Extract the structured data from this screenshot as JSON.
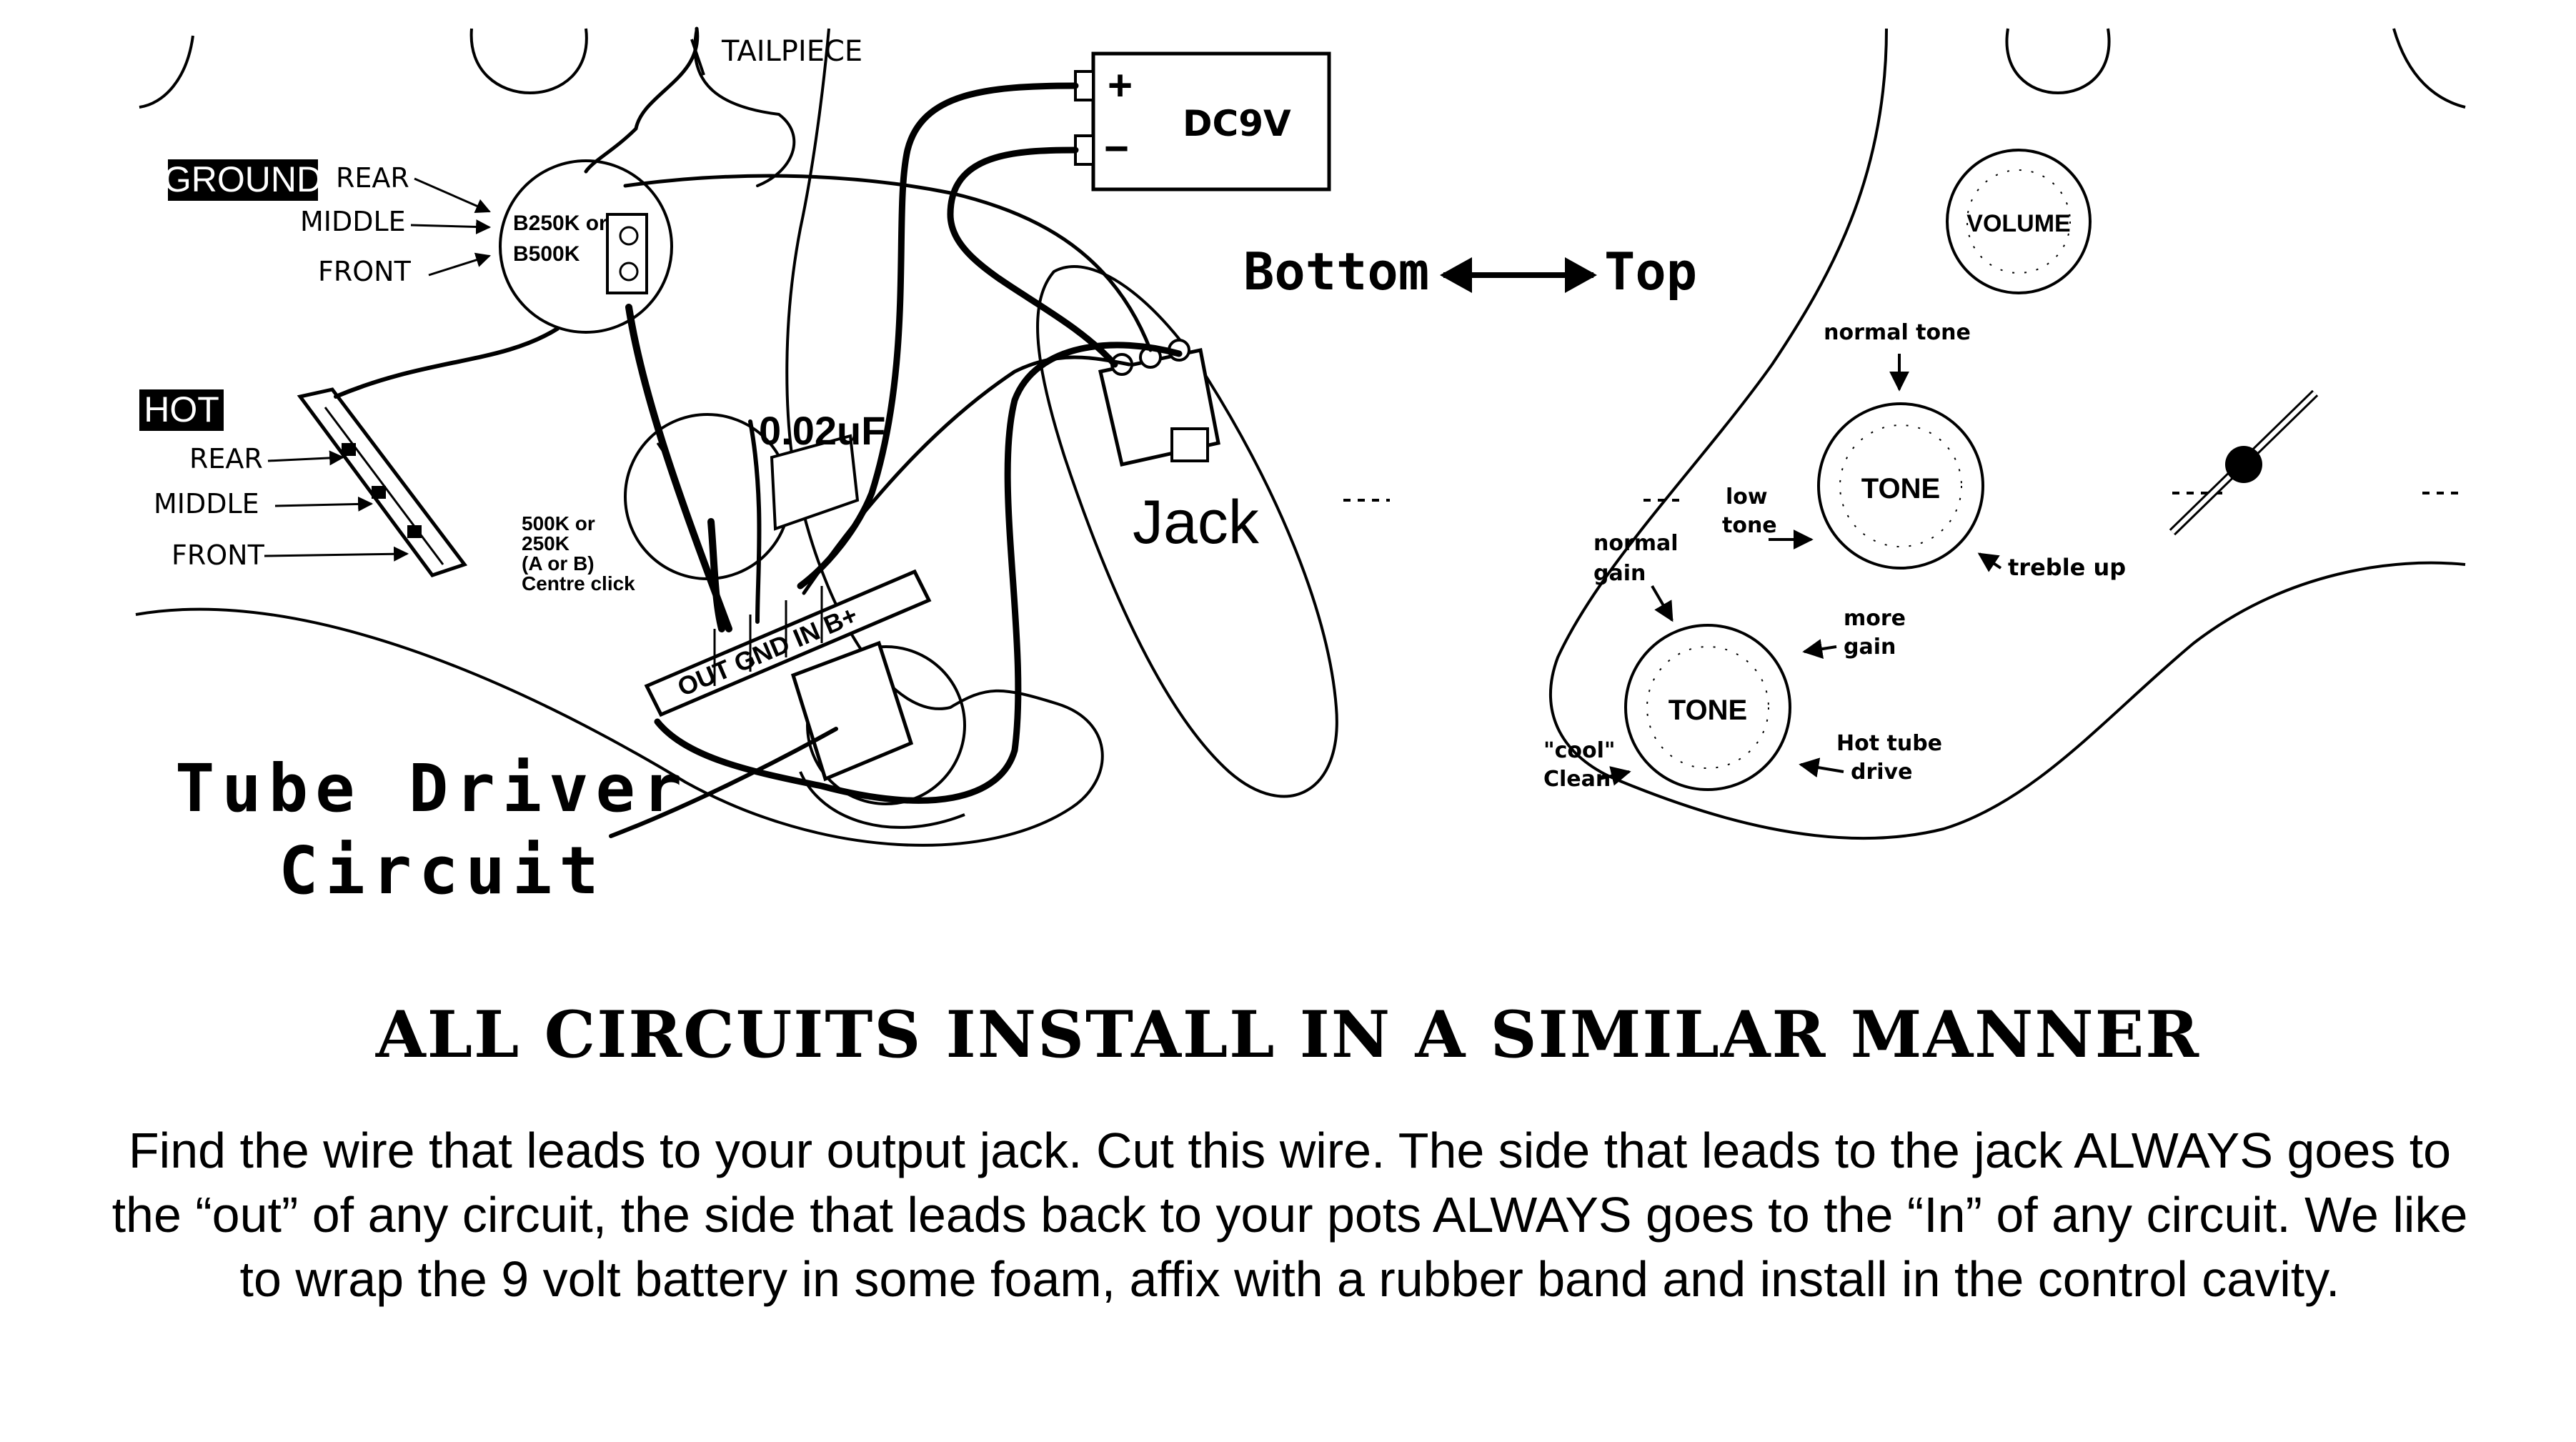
{
  "diagram": {
    "labels": {
      "tailpiece": "TAILPIECE",
      "ground": "GROUND",
      "ground_rear": "REAR",
      "ground_middle": "MIDDLE",
      "ground_front": "FRONT",
      "pot_value_line1": "B250K or",
      "pot_value_line2": "B500K",
      "hot": "HOT",
      "hot_rear": "REAR",
      "hot_middle": "MIDDLE",
      "hot_front": "FRONT",
      "capacitor": "0.02uF",
      "pot2_line1": "500K or",
      "pot2_line2": "250K",
      "pot2_line3": "(A or B)",
      "pot2_line4": "Centre click",
      "terminals": "OUT GND IN B+",
      "battery": "DC9V",
      "battery_plus": "+",
      "battery_minus": "−",
      "jack": "Jack",
      "bottom": "Bottom",
      "top": "Top",
      "tube_driver_line1": "Tube Driver",
      "tube_driver_line2": "Circuit",
      "volume": "VOLUME",
      "tone_upper": "TONE",
      "tone_lower": "TONE",
      "normal_tone": "normal tone",
      "low_tone_line1": "low",
      "low_tone_line2": "tone",
      "treble_up": "treble up",
      "normal_gain_line1": "normal",
      "normal_gain_line2": "gain",
      "more_gain_line1": "more",
      "more_gain_line2": "gain",
      "cool_clean_line1": "\"cool\"",
      "cool_clean_line2": "Clean",
      "hot_tube_line1": "Hot tube",
      "hot_tube_line2": "drive"
    }
  },
  "heading": "ALL CIRCUITS INSTALL IN A SIMILAR MANNER",
  "body": "Find the wire that leads to your output jack. Cut this wire. The side that leads to the jack ALWAYS goes to the “out” of any circuit, the side that leads back to your pots ALWAYS goes to the “In” of any circuit. We like to wrap the 9 volt battery in some foam, affix with a rubber band and install in the control cavity."
}
